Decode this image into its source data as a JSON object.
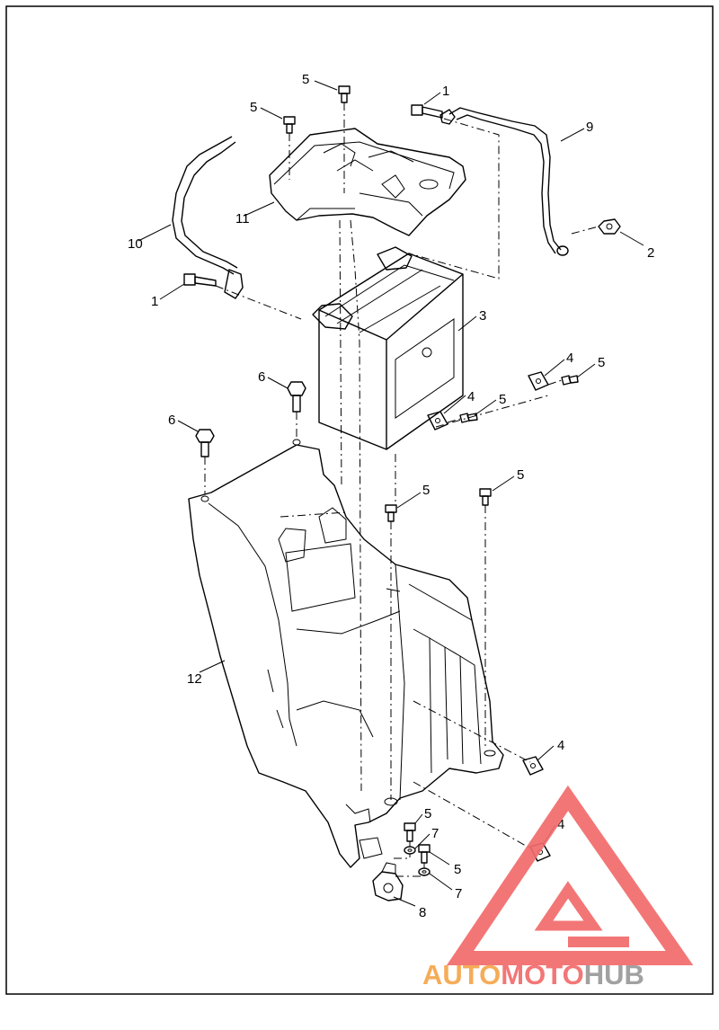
{
  "callouts": {
    "c1a": "1",
    "c1b": "1",
    "c2": "2",
    "c3": "3",
    "c4a": "4",
    "c4b": "4",
    "c4c": "4",
    "c4d": "4",
    "c5a": "5",
    "c5b": "5",
    "c5c": "5",
    "c5d": "5",
    "c5e": "5",
    "c5f": "5",
    "c5g": "5",
    "c5h": "5",
    "c6a": "6",
    "c6b": "6",
    "c7a": "7",
    "c7b": "7",
    "c8": "8",
    "c9": "9",
    "c10": "10",
    "c11": "11",
    "c12": "12"
  },
  "watermark": {
    "text_auto": "AUTO",
    "text_moto": "MOTO",
    "text_hub": "HUB",
    "color_red": "#f26b6b",
    "color_orange": "#f5a54a",
    "color_gray": "#9a9a9a"
  }
}
